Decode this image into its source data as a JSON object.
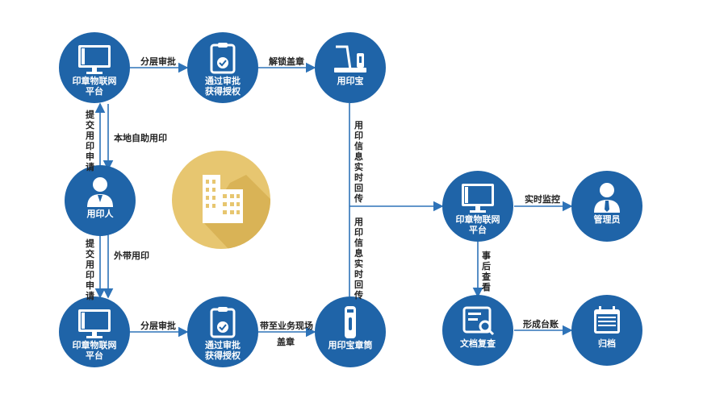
{
  "nodes": {
    "platform_top": {
      "line1": "印章物联网",
      "line2": "平台",
      "icon": "monitor-icon"
    },
    "approve_top": {
      "line1": "通过审批",
      "line2": "获得授权",
      "icon": "clipboard-check-icon"
    },
    "seal_box": {
      "line1": "用印宝",
      "icon": "seal-machine-icon"
    },
    "user": {
      "line1": "用印人",
      "icon": "user-icon"
    },
    "platform_bottom": {
      "line1": "印章物联网",
      "line2": "平台",
      "icon": "monitor-icon"
    },
    "approve_bottom": {
      "line1": "通过审批",
      "line2": "获得授权",
      "icon": "clipboard-check-icon"
    },
    "seal_tube": {
      "line1": "用印宝章筒",
      "icon": "seal-tube-icon"
    },
    "platform_right": {
      "line1": "印章物联网",
      "line2": "平台",
      "icon": "monitor-icon"
    },
    "admin": {
      "line1": "管理员",
      "icon": "manager-icon"
    },
    "doc_review": {
      "line1": "文档复查",
      "icon": "document-search-icon"
    },
    "archive": {
      "line1": "归档",
      "icon": "calendar-archive-icon"
    }
  },
  "edges": {
    "top_layer_review": "分层审批",
    "unlock_stamp": "解锁盖章",
    "submit_top": "提交用印申请",
    "local_self_service": "本地自助用印",
    "info_return_1": "用印信息实时回传",
    "info_return_2": "用印信息实时回传",
    "submit_bottom": "提交用印申请",
    "take_out": "外带用印",
    "bottom_layer_review": "分层审批",
    "bring_to_site": "带至业务现场",
    "bring_to_site_2": "盖章",
    "realtime_monitor": "实时监控",
    "post_review": "事后查看",
    "form_ledger": "形成台账"
  },
  "colors": {
    "node": "#1f64a8",
    "arrow": "#2e73b8",
    "center": "#e7c670",
    "building": "#ffffff"
  }
}
